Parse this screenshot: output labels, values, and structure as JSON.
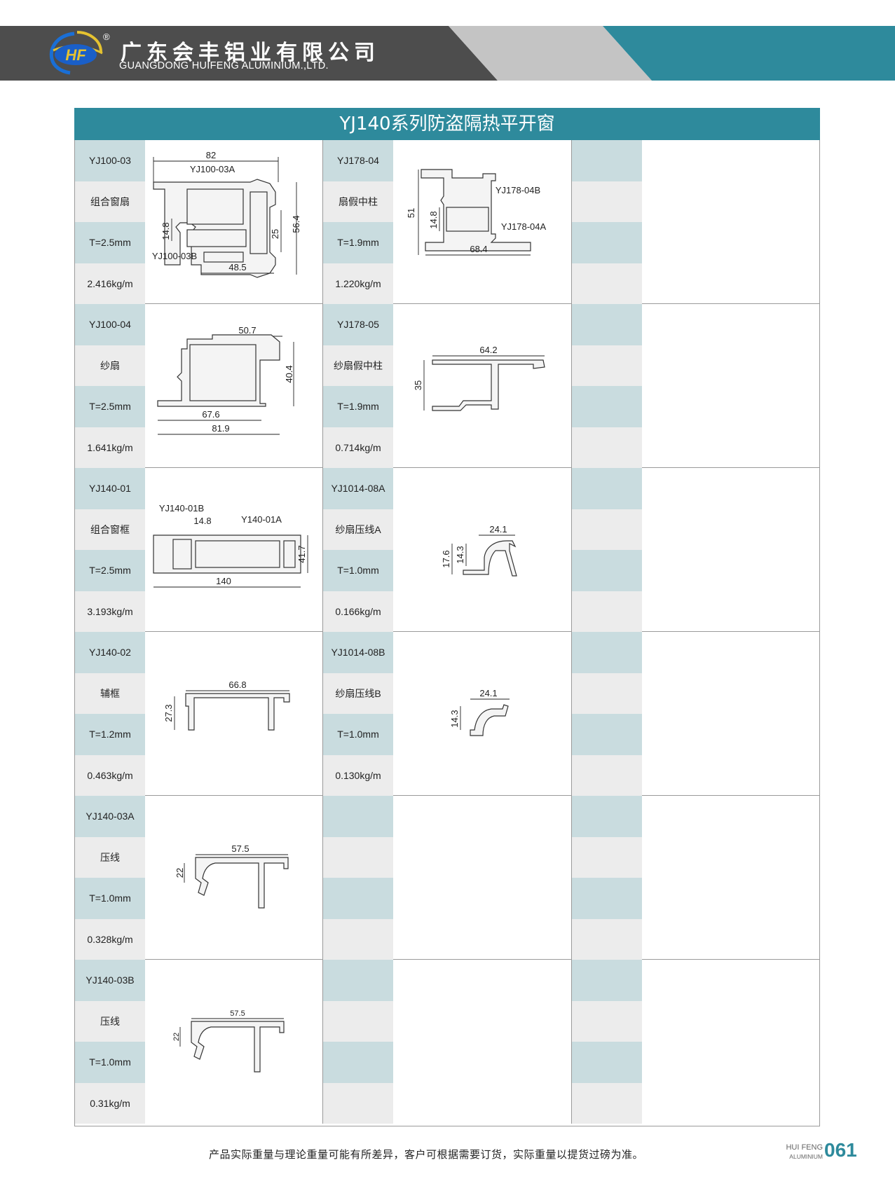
{
  "header": {
    "company_cn": "广东会丰铝业有限公司",
    "company_en": "GUANGDONG HUIFENG ALUMINIUM.,LTD.",
    "logo_text": "HF",
    "reg_mark": "®",
    "colors": {
      "dark": "#4d4d4d",
      "mid": "#bfbfbf",
      "teal": "#2e8a9c"
    }
  },
  "title": "YJ140系列防盗隔热平开窗",
  "rows": [
    {
      "left": {
        "code": "YJ100-03",
        "name": "组合窗扇",
        "thickness": "T=2.5mm",
        "weight": "2.416kg/m",
        "dims": [
          "82",
          "YJ100-03A",
          "14.8",
          "25",
          "56.4",
          "YJ100-03B",
          "48.5"
        ]
      },
      "right": {
        "code": "YJ178-04",
        "name": "扇假中柱",
        "thickness": "T=1.9mm",
        "weight": "1.220kg/m",
        "dims": [
          "51",
          "14.8",
          "YJ178-04B",
          "YJ178-04A",
          "68.4"
        ]
      }
    },
    {
      "left": {
        "code": "YJ100-04",
        "name": "纱扇",
        "thickness": "T=2.5mm",
        "weight": "1.641kg/m",
        "dims": [
          "50.7",
          "40.4",
          "67.6",
          "81.9"
        ]
      },
      "right": {
        "code": "YJ178-05",
        "name": "纱扇假中柱",
        "thickness": "T=1.9mm",
        "weight": "0.714kg/m",
        "dims": [
          "64.2",
          "35"
        ]
      }
    },
    {
      "left": {
        "code": "YJ140-01",
        "name": "组合窗框",
        "thickness": "T=2.5mm",
        "weight": "3.193kg/m",
        "dims": [
          "YJ140-01B",
          "14.8",
          "Y140-01A",
          "41.7",
          "140"
        ]
      },
      "right": {
        "code": "YJ1014-08A",
        "name": "纱扇压线A",
        "thickness": "T=1.0mm",
        "weight": "0.166kg/m",
        "dims": [
          "24.1",
          "17.6",
          "14.3"
        ]
      }
    },
    {
      "left": {
        "code": "YJ140-02",
        "name": "辅框",
        "thickness": "T=1.2mm",
        "weight": "0.463kg/m",
        "dims": [
          "66.8",
          "27.3"
        ]
      },
      "right": {
        "code": "YJ1014-08B",
        "name": "纱扇压线B",
        "thickness": "T=1.0mm",
        "weight": "0.130kg/m",
        "dims": [
          "24.1",
          "14.3"
        ]
      }
    },
    {
      "left": {
        "code": "YJ140-03A",
        "name": "压线",
        "thickness": "T=1.0mm",
        "weight": "0.328kg/m",
        "dims": [
          "57.5",
          "22"
        ]
      }
    },
    {
      "left": {
        "code": "YJ140-03B",
        "name": "压线",
        "thickness": "T=1.0mm",
        "weight": "0.31kg/m",
        "dims": [
          "57.5",
          "22"
        ]
      }
    }
  ],
  "footer": {
    "note": "产品实际重量与理论重量可能有所差异，客户可根据需要订货，实际重量以提货过磅为准。",
    "brand_cn": "HUI FENG",
    "brand_en": "ALUMINIUM",
    "page": "061"
  }
}
